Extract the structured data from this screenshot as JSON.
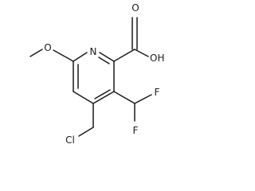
{
  "molecule": {
    "atoms": {
      "ring_n": "N",
      "carbonyl_o": "O",
      "hydroxyl": "OH",
      "methoxy_o": "O",
      "fluorine_1": "F",
      "fluorine_2": "F",
      "chlorine": "Cl"
    }
  }
}
